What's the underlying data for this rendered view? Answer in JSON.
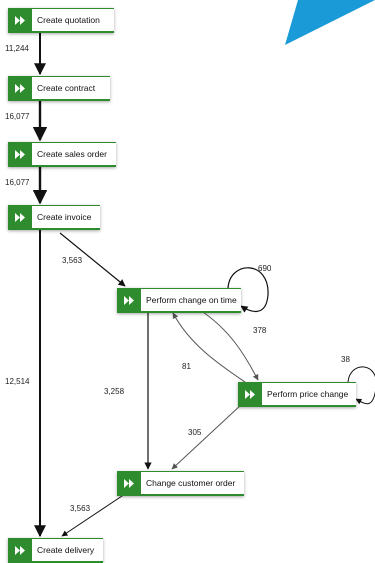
{
  "colors": {
    "node_accent": "#2e8b2e",
    "corner_accent": "#1a9ad6"
  },
  "nodes": [
    {
      "id": "create-quotation",
      "label": "Create quotation",
      "icon": "fast-forward-icon"
    },
    {
      "id": "create-contract",
      "label": "Create contract",
      "icon": "fast-forward-icon"
    },
    {
      "id": "create-sales-order",
      "label": "Create sales order",
      "icon": "fast-forward-icon"
    },
    {
      "id": "create-invoice",
      "label": "Create invoice",
      "icon": "fast-forward-icon"
    },
    {
      "id": "perform-change-on-time",
      "label": "Perform change on time",
      "icon": "fast-forward-icon"
    },
    {
      "id": "perform-price-change",
      "label": "Perform price change",
      "icon": "fast-forward-icon"
    },
    {
      "id": "change-customer-order",
      "label": "Change customer order",
      "icon": "fast-forward-icon"
    },
    {
      "id": "create-delivery",
      "label": "Create delivery",
      "icon": "fast-forward-icon"
    }
  ],
  "edges": [
    {
      "id": "quotation-contract",
      "from": "create-quotation",
      "to": "create-contract",
      "count": "11,244"
    },
    {
      "id": "contract-sales-order",
      "from": "create-contract",
      "to": "create-sales-order",
      "count": "16,077"
    },
    {
      "id": "sales-order-invoice",
      "from": "create-sales-order",
      "to": "create-invoice",
      "count": "16,077"
    },
    {
      "id": "invoice-delivery",
      "from": "create-invoice",
      "to": "create-delivery",
      "count": "12,514"
    },
    {
      "id": "invoice-change-on-time",
      "from": "create-invoice",
      "to": "perform-change-on-time",
      "count": "3,563"
    },
    {
      "id": "change-on-time-self",
      "from": "perform-change-on-time",
      "to": "perform-change-on-time",
      "count": "690"
    },
    {
      "id": "change-on-time-price-change",
      "from": "perform-change-on-time",
      "to": "perform-price-change",
      "count": "378"
    },
    {
      "id": "price-change-change-on-time",
      "from": "perform-price-change",
      "to": "perform-change-on-time",
      "count": "81"
    },
    {
      "id": "price-change-self",
      "from": "perform-price-change",
      "to": "perform-price-change",
      "count": "38"
    },
    {
      "id": "change-on-time-customer-order",
      "from": "perform-change-on-time",
      "to": "change-customer-order",
      "count": "3,258"
    },
    {
      "id": "price-change-customer-order",
      "from": "perform-price-change",
      "to": "change-customer-order",
      "count": "305"
    },
    {
      "id": "customer-order-delivery",
      "from": "change-customer-order",
      "to": "create-delivery",
      "count": "3,563"
    }
  ]
}
